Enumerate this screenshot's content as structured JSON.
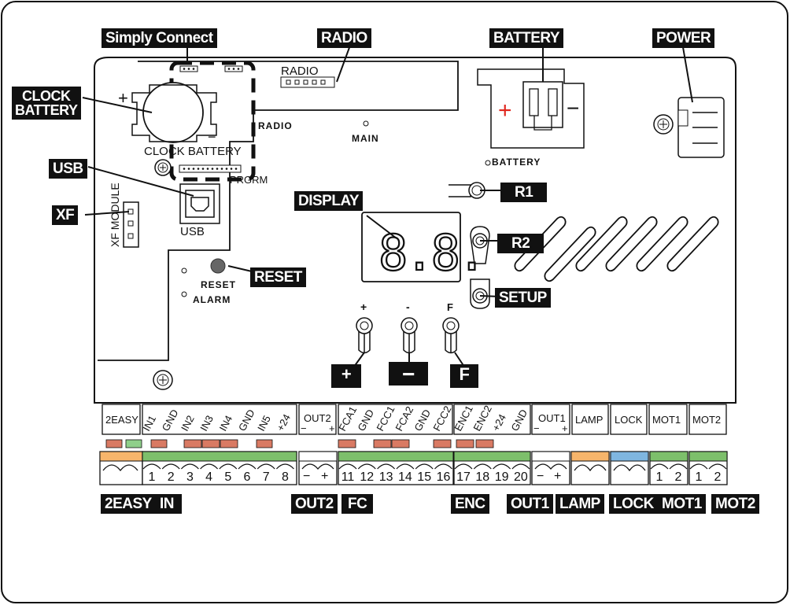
{
  "callouts": {
    "simply_connect": "Simply Connect",
    "radio": "RADIO",
    "battery": "BATTERY",
    "power": "POWER",
    "clock_battery_1": "CLOCK",
    "clock_battery_2": "BATTERY",
    "usb": "USB",
    "xf": "XF",
    "display": "DISPLAY",
    "reset": "RESET",
    "r1": "R1",
    "r2": "R2",
    "setup": "SETUP",
    "plus": "+",
    "minus": "−",
    "f": "F",
    "easy2": "2EASY",
    "in": "IN",
    "out2": "OUT2",
    "fc": "FC",
    "enc": "ENC",
    "out1": "OUT1",
    "lamp": "LAMP",
    "lock": "LOCK",
    "mot1": "MOT1",
    "mot2": "MOT2"
  },
  "board": {
    "radio_header": "RADIO",
    "radio_silk": "RADIO",
    "main_silk": "MAIN",
    "clock_battery_silk": "CLOCK BATTERY",
    "prgrm_silk": "PRGRM",
    "usb_silk": "USB",
    "xf_module_silk": "XF MODULE",
    "battery_silk": "BATTERY",
    "reset_silk": "RESET",
    "alarm_silk": "ALARM",
    "display_value": "8.8.",
    "btn_plus": "+",
    "btn_minus": "-",
    "btn_f": "F",
    "plus_sign": "+",
    "minus_sign": "−",
    "battery_plus": "+",
    "battery_minus": "−"
  },
  "terminal_labels": {
    "easy2": "2EASY",
    "in": [
      "IN1",
      "GND",
      "IN2",
      "IN3",
      "IN4",
      "GND",
      "IN5",
      "+24"
    ],
    "out2": "OUT2",
    "fc": [
      "FCA1",
      "GND",
      "FCC1",
      "FCA2",
      "GND",
      "FCC2"
    ],
    "enc": [
      "ENC1",
      "ENC2",
      "+24",
      "GND"
    ],
    "out1": "OUT1",
    "lamp": "LAMP",
    "lock": "LOCK",
    "mot1": "MOT1",
    "mot2": "MOT2"
  },
  "terminal_numbers": {
    "in": [
      "1",
      "2",
      "3",
      "4",
      "5",
      "6",
      "7",
      "8"
    ],
    "fc": [
      "11",
      "12",
      "13",
      "14",
      "15",
      "16"
    ],
    "enc": [
      "17",
      "18",
      "19",
      "20"
    ],
    "mot1": [
      "1",
      "2"
    ],
    "mot2": [
      "1",
      "2"
    ]
  },
  "colors": {
    "green": "#7dbf6b",
    "orange": "#f7b56b",
    "blue": "#7fb6e0",
    "led_red": "#d97a63",
    "led_green": "#8fcf8a",
    "frame": "#111111"
  }
}
